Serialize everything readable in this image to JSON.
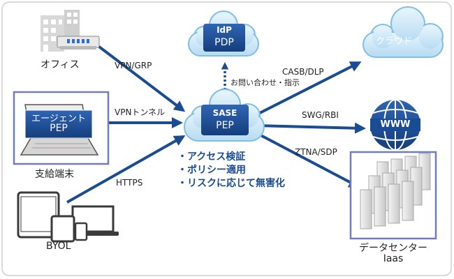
{
  "nodes": {
    "office": {
      "label": "オフィス"
    },
    "branch": {
      "label": "支給端末",
      "agent_label": "エージェント",
      "pep_label": "PEP"
    },
    "byol": {
      "label": "BYOL"
    },
    "idp": {
      "title": "IdP",
      "subtitle": "PDP"
    },
    "sase": {
      "title": "SASE",
      "subtitle": "PEP"
    },
    "cloud": {
      "label": "クラウド"
    },
    "www": {
      "label": "WWW"
    },
    "datacenter": {
      "label": "データセンター",
      "sublabel": "Iaas"
    }
  },
  "edges": {
    "office_sase": "VPN/GRP",
    "branch_sase": "VPNトンネル",
    "byol_sase": "HTTPS",
    "idp_sase": "お問い合わせ・指示",
    "sase_cloud": "CASB/DLP",
    "sase_www": "SWG/RBI",
    "sase_dc": "ZTNA/SDP"
  },
  "features": [
    "・アクセス検証",
    "・ポリシー適用",
    "・リスクに応じて無害化"
  ],
  "colors": {
    "arrow": "#1a4c94",
    "cloud_light_fill": "#cfe8f7",
    "cloud_light_stroke": "#7fbfe6",
    "cloud_dark": "#1a4c94",
    "frame_border": "#6f7cc2"
  }
}
